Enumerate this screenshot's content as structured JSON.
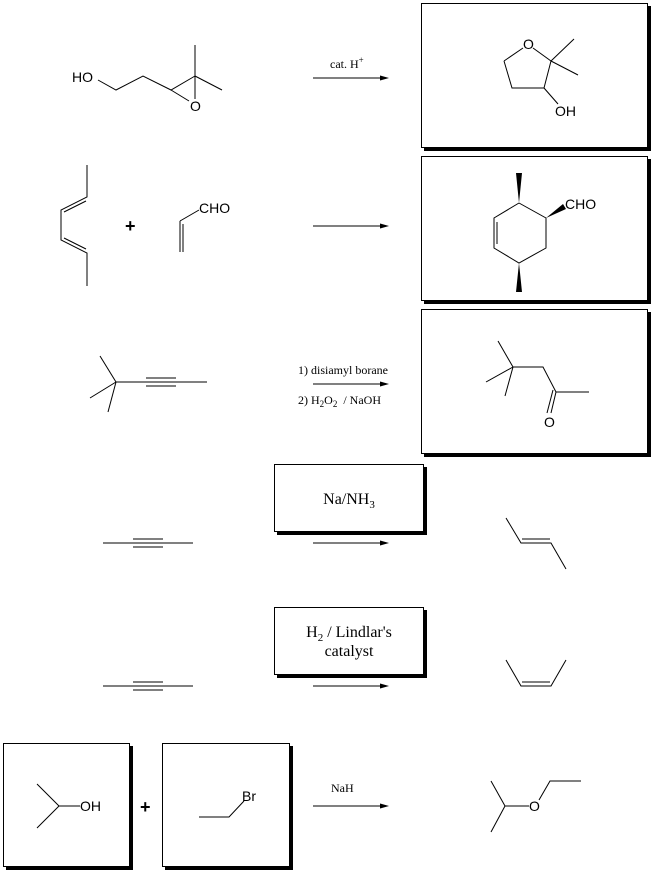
{
  "reaction1": {
    "reactant_labels": [
      "HO",
      "O"
    ],
    "reagent": "cat. H",
    "reagent_sup": "+",
    "product_labels": [
      "O",
      "OH"
    ]
  },
  "reaction2": {
    "plus": "+",
    "dienophile_label": "CHO",
    "product_label": "CHO"
  },
  "reaction3": {
    "step1": "1)  disiamyl borane",
    "step2_prefix": "2)  H",
    "step2_sub1": "2",
    "step2_mid": "O",
    "step2_sub2": "2",
    "step2_suffix": "  / NaOH",
    "product_label": "O"
  },
  "reaction4": {
    "reagent_main": "Na/NH",
    "reagent_sub": "3"
  },
  "reaction5": {
    "reagent_line1_prefix": "H",
    "reagent_line1_sub": "2",
    "reagent_line1_suffix": " / Lindlar's",
    "reagent_line2": "catalyst"
  },
  "reaction6": {
    "alcohol_label": "OH",
    "plus": "+",
    "halide_label": "Br",
    "reagent": "NaH",
    "product_label": "O"
  }
}
